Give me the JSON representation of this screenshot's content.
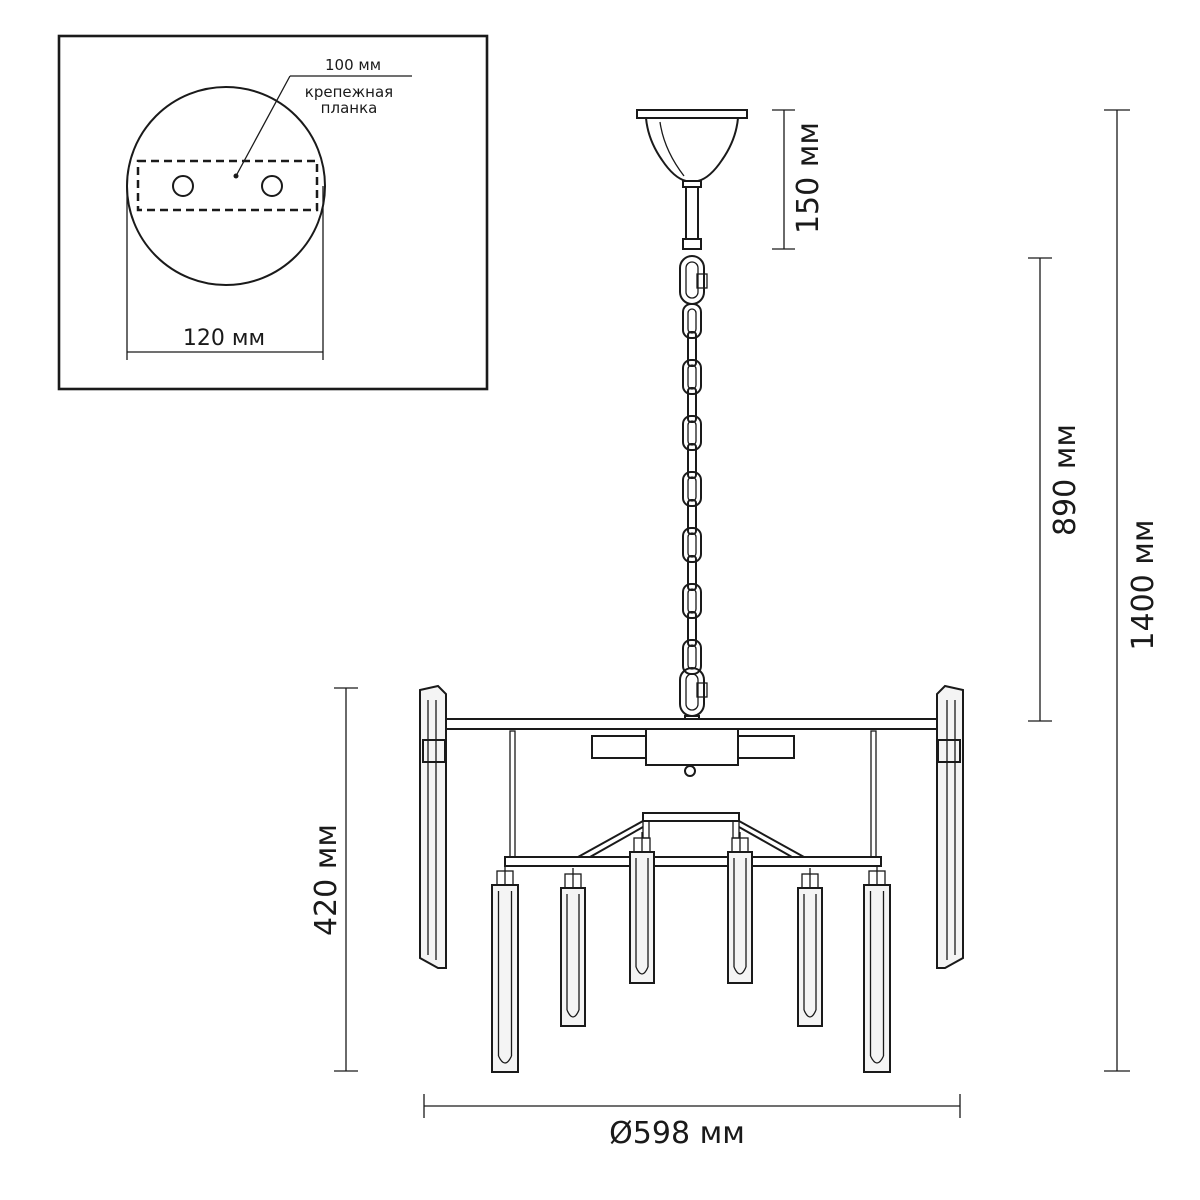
{
  "inset": {
    "plate_width_label": "100 мм",
    "plate_name_line1": "крепежная",
    "plate_name_line2": "планка",
    "canopy_diameter_label": "120 мм"
  },
  "dimensions": {
    "canopy_height": "150 мм",
    "chain_length": "890 мм",
    "total_height": "1400 мм",
    "body_height": "420 мм",
    "diameter": "Ø598 мм"
  },
  "colors": {
    "line": "#1a1a1a",
    "background": "#ffffff",
    "glass": "#f4f4f4"
  }
}
